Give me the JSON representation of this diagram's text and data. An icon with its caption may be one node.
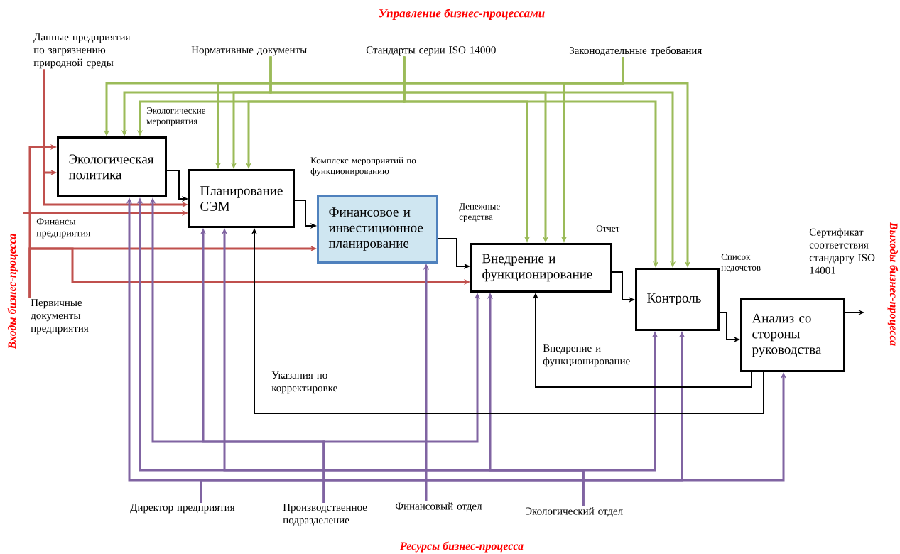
{
  "diagram": {
    "title": "Управление бизнес-процессами",
    "nodes": [
      {
        "text": [
          "Экологическая политика"
        ]
      },
      {
        "text": [
          "Планирование СЭМ"
        ]
      },
      {
        "text": [
          "Финансовое и инвестиционное планирование"
        ]
      },
      {
        "text": [
          "Внедрение и функционирование"
        ]
      },
      {
        "text": [
          "Контроль"
        ]
      },
      {
        "text": [
          "Анализ со стороны руководства"
        ]
      },
      {
        "text": [
          "Данные предприятия по загрязнению природной среды"
        ]
      },
      {
        "text": [
          "Первичные документы предприятия"
        ]
      },
      {
        "text": [
          "Нормативные документы"
        ]
      },
      {
        "text": [
          "Стандарты серии ISO 14000"
        ]
      },
      {
        "text": [
          "Законодательные требования"
        ]
      },
      {
        "text": [
          "Директор предприятия"
        ]
      },
      {
        "text": [
          "Производственное подразделение"
        ]
      },
      {
        "text": [
          "Финансовый отдел"
        ]
      },
      {
        "text": [
          "Экологический отдел"
        ]
      }
    ],
    "edges": [
      {
        "from": 6,
        "to": 0,
        "arrow": "to",
        "color": "#c0504d"
      },
      {
        "from": 6,
        "to": 1,
        "arrow": "to",
        "color": "#c0504d"
      },
      {
        "from": 7,
        "to": 0,
        "arrow": "to",
        "color": "#c0504d"
      },
      {
        "from": 7,
        "to": 2,
        "arrow": "to",
        "color": "#c0504d"
      },
      {
        "from": 7,
        "to": 3,
        "arrow": "to",
        "color": "#c0504d"
      },
      {
        "from": null,
        "to": 1,
        "arrow": "to",
        "label": "Финансы предприятия",
        "color": "#c0504d"
      },
      {
        "from": 8,
        "to": 0,
        "arrow": "to"
      },
      {
        "from": 8,
        "to": 1,
        "arrow": "to"
      },
      {
        "from": 8,
        "to": 3,
        "arrow": "to"
      },
      {
        "from": 8,
        "to": 4,
        "arrow": "to"
      },
      {
        "from": 9,
        "to": 0,
        "arrow": "to"
      },
      {
        "from": 9,
        "to": 1,
        "arrow": "to"
      },
      {
        "from": 9,
        "to": 3,
        "arrow": "to"
      },
      {
        "from": 9,
        "to": 4,
        "arrow": "to"
      },
      {
        "from": 10,
        "to": 0,
        "arrow": "to"
      },
      {
        "from": 10,
        "to": 1,
        "arrow": "to"
      },
      {
        "from": 10,
        "to": 3,
        "arrow": "to"
      },
      {
        "from": 10,
        "to": 4,
        "arrow": "to"
      },
      {
        "from": 11,
        "to": 0,
        "arrow": "to",
        "color": "#8064a2"
      },
      {
        "from": 11,
        "to": 4,
        "arrow": "to",
        "color": "#8064a2"
      },
      {
        "from": 11,
        "to": 5,
        "arrow": "to",
        "color": "#8064a2"
      },
      {
        "from": 12,
        "to": 0,
        "arrow": "to",
        "color": "#8064a2"
      },
      {
        "from": 12,
        "to": 1,
        "arrow": "to",
        "color": "#8064a2"
      },
      {
        "from": 12,
        "to": 3,
        "arrow": "to",
        "color": "#8064a2"
      },
      {
        "from": 13,
        "to": 2,
        "arrow": "to",
        "color": "#8064a2"
      },
      {
        "from": 14,
        "to": 0,
        "arrow": "to",
        "color": "#8064a2"
      },
      {
        "from": 14,
        "to": 1,
        "arrow": "to",
        "color": "#8064a2"
      },
      {
        "from": 14,
        "to": 3,
        "arrow": "to",
        "color": "#8064a2"
      },
      {
        "from": 14,
        "to": 4,
        "arrow": "to",
        "color": "#8064a2"
      },
      {
        "from": 0,
        "to": 1,
        "arrow": "to",
        "color": "#000000"
      },
      {
        "from": 1,
        "to": 2,
        "arrow": "to",
        "label": "Комплекс мероприятий по функционированию",
        "color": "#000000"
      },
      {
        "from": 2,
        "to": 3,
        "arrow": "to",
        "label": "Денежные средства",
        "color": "#000000"
      },
      {
        "from": 3,
        "to": 4,
        "arrow": "to",
        "label": "Отчет",
        "color": "#000000"
      },
      {
        "from": 4,
        "to": 5,
        "arrow": "to",
        "label": "Список недочетов",
        "color": "#000000"
      },
      {
        "from": 5,
        "to": null,
        "arrow": "to",
        "label": "Сертификат соответствия стандарту ISO 14001",
        "color": "#000000"
      },
      {
        "from": 5,
        "to": 3,
        "arrow": "to",
        "label": "Внедрение и функционирование",
        "color": "#000000"
      },
      {
        "from": 5,
        "to": 1,
        "arrow": "to",
        "label": "Указания по корректировке",
        "color": "#000000"
      }
    ],
    "labels": [
      "Экологические мероприятия",
      "Входы бизнес-процесса",
      "Выходы бизнес-процесса",
      "Ресурсы бизнес-процесса"
    ]
  }
}
